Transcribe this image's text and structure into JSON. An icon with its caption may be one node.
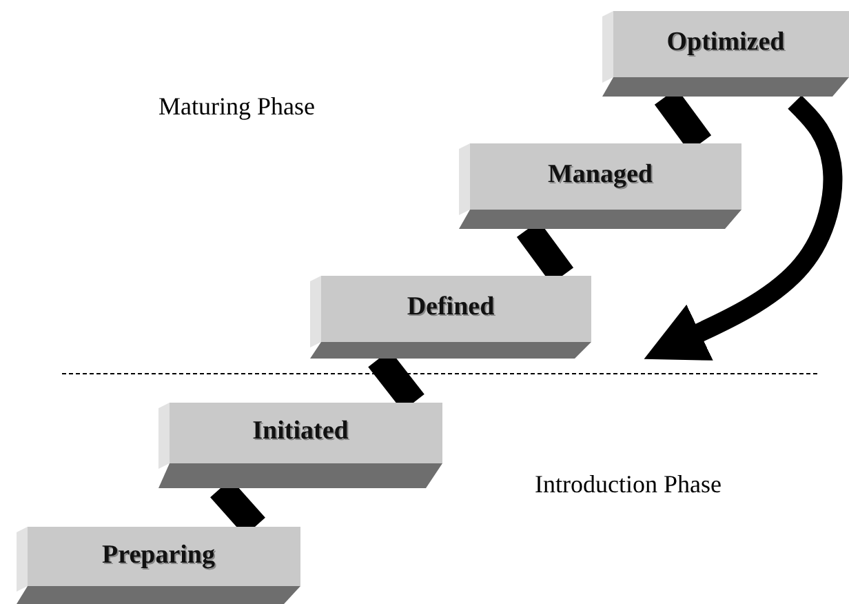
{
  "diagram": {
    "nodes": [
      {
        "text": [
          "Preparing"
        ]
      },
      {
        "text": [
          "Initiated"
        ]
      },
      {
        "text": [
          "Defined"
        ]
      },
      {
        "text": [
          "Managed"
        ]
      },
      {
        "text": [
          "Optimized"
        ]
      }
    ],
    "edges": [
      {
        "from": 0,
        "to": 1,
        "arrow": "none"
      },
      {
        "from": 1,
        "to": 2,
        "arrow": "none"
      },
      {
        "from": 2,
        "to": 3,
        "arrow": "none"
      },
      {
        "from": 3,
        "to": 4,
        "arrow": "none"
      },
      {
        "from": 4,
        "to": null,
        "arrow": "to"
      }
    ],
    "labels": [
      "Maturing Phase",
      "Introduction Phase"
    ]
  }
}
